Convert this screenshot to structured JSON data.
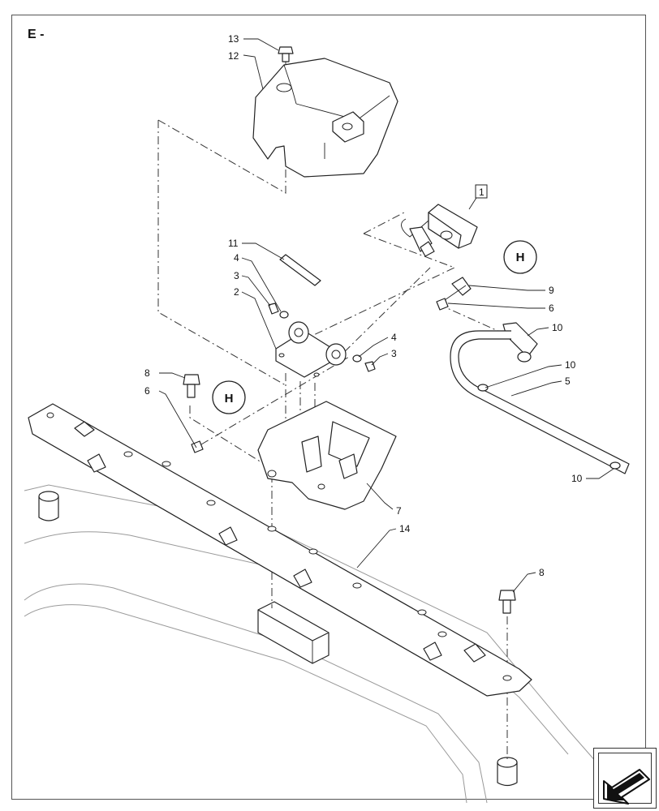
{
  "section": {
    "label": "E -"
  },
  "colors": {
    "line": "#222222",
    "phantom_line": "#333333",
    "body_outline": "#9a9a9a",
    "background": "#ffffff"
  },
  "callouts": {
    "c1": "1",
    "c2": "2",
    "c3a": "3",
    "c3b": "3",
    "c4a": "4",
    "c4b": "4",
    "c5": "5",
    "c6a": "6",
    "c6b": "6",
    "c7": "7",
    "c8a": "8",
    "c8b": "8",
    "c9": "9",
    "c10a": "10",
    "c10b": "10",
    "c10c": "10",
    "c11": "11",
    "c12": "12",
    "c13": "13",
    "c14": "14",
    "hA": "H",
    "hB": "H"
  },
  "navigation": {
    "icon": "arrow-down-left-icon"
  }
}
